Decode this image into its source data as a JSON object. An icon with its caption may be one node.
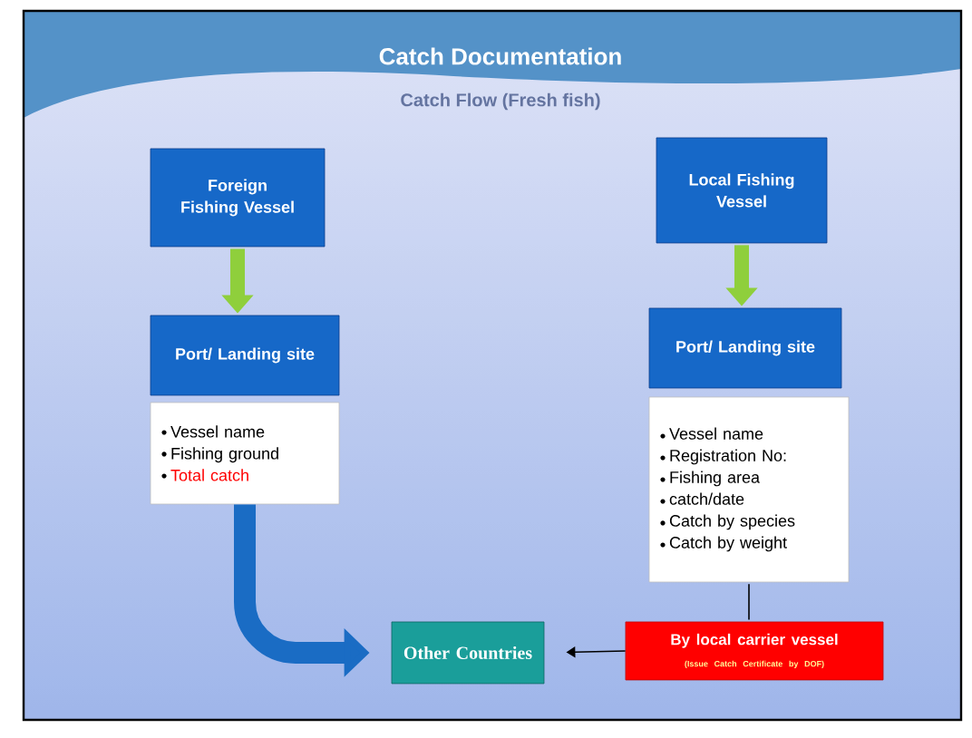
{
  "diagram": {
    "title": "Catch Documentation",
    "nodes": [
      {
        "text": [
          "Foreign Fishing Vessel"
        ]
      },
      {
        "text": [
          "Port/ Landing site"
        ]
      },
      {
        "text": [
          "Vessel name",
          "Fishing ground",
          "Total catch"
        ]
      },
      {
        "text": [
          "Local Fishing Vessel"
        ]
      },
      {
        "text": [
          "Port/ Landing site"
        ]
      },
      {
        "text": [
          "Vessel name",
          "Registration  No:",
          "Fishing area",
          "catch/date",
          "Catch by species",
          "Catch by weight"
        ]
      },
      {
        "text": [
          "Other Countries"
        ]
      },
      {
        "text": [
          "By local carrier vessel",
          "(Issue Catch Certificate by  DOF)"
        ]
      }
    ],
    "edges": [
      {
        "from": 0,
        "to": 1,
        "arrow": "to",
        "color": "#8fcf3c"
      },
      {
        "from": 3,
        "to": 4,
        "arrow": "to",
        "color": "#8fcf3c"
      },
      {
        "from": 2,
        "to": 6,
        "arrow": "to",
        "color": "#1a6cc4"
      },
      {
        "from": 5,
        "to": 7,
        "arrow": "none",
        "color": "#000000"
      },
      {
        "from": 7,
        "to": 6,
        "arrow": "to",
        "color": "#000000"
      }
    ],
    "labels": [
      "Catch Flow (Fresh fish)"
    ]
  }
}
